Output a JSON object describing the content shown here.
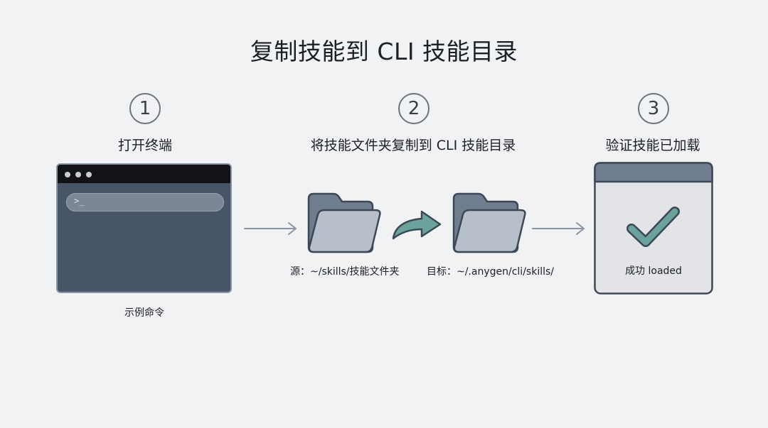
{
  "title": "复制技能到 CLI 技能目录",
  "steps": [
    {
      "number": "1",
      "label": "打开终端"
    },
    {
      "number": "2",
      "label": "将技能文件夹复制到 CLI 技能目录"
    },
    {
      "number": "3",
      "label": "验证技能已加载"
    }
  ],
  "terminal": {
    "prompt": ">_",
    "caption": "示例命令"
  },
  "folders": {
    "source_label": "源：~/skills/技能文件夹",
    "target_label": "目标：~/.anygen/cli/skills/"
  },
  "verify": {
    "status_text": "成功 loaded"
  },
  "colors": {
    "accent_teal": "#6aa39b",
    "folder_fill": "#b7bfca",
    "folder_back": "#6f7d8f",
    "outline": "#3d4856",
    "terminal_body": "#475567",
    "arrow": "#8a94a3"
  }
}
